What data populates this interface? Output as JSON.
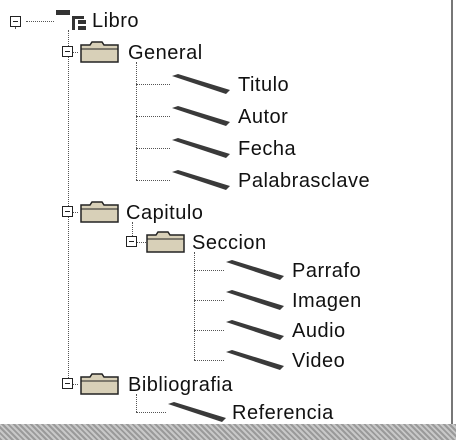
{
  "tree": {
    "root": {
      "label": "Libro",
      "icon": "element-root-icon"
    },
    "nodes": [
      {
        "label": "General",
        "icon": "folder-icon",
        "expanded": true
      },
      {
        "label": "Titulo",
        "icon": "element-icon"
      },
      {
        "label": "Autor",
        "icon": "element-icon"
      },
      {
        "label": "Fecha",
        "icon": "element-icon"
      },
      {
        "label": "Palabrasclave",
        "icon": "element-icon"
      },
      {
        "label": "Capitulo",
        "icon": "folder-icon",
        "expanded": true
      },
      {
        "label": "Seccion",
        "icon": "folder-icon",
        "expanded": true
      },
      {
        "label": "Parrafo",
        "icon": "element-icon"
      },
      {
        "label": "Imagen",
        "icon": "element-icon"
      },
      {
        "label": "Audio",
        "icon": "element-icon"
      },
      {
        "label": "Video",
        "icon": "element-icon"
      },
      {
        "label": "Bibliografia",
        "icon": "folder-icon",
        "expanded": true
      },
      {
        "label": "Referencia",
        "icon": "element-icon"
      }
    ]
  },
  "colors": {
    "line": "#555555",
    "folder": "#d8d0b8",
    "leaf": "#3a3a3a"
  }
}
